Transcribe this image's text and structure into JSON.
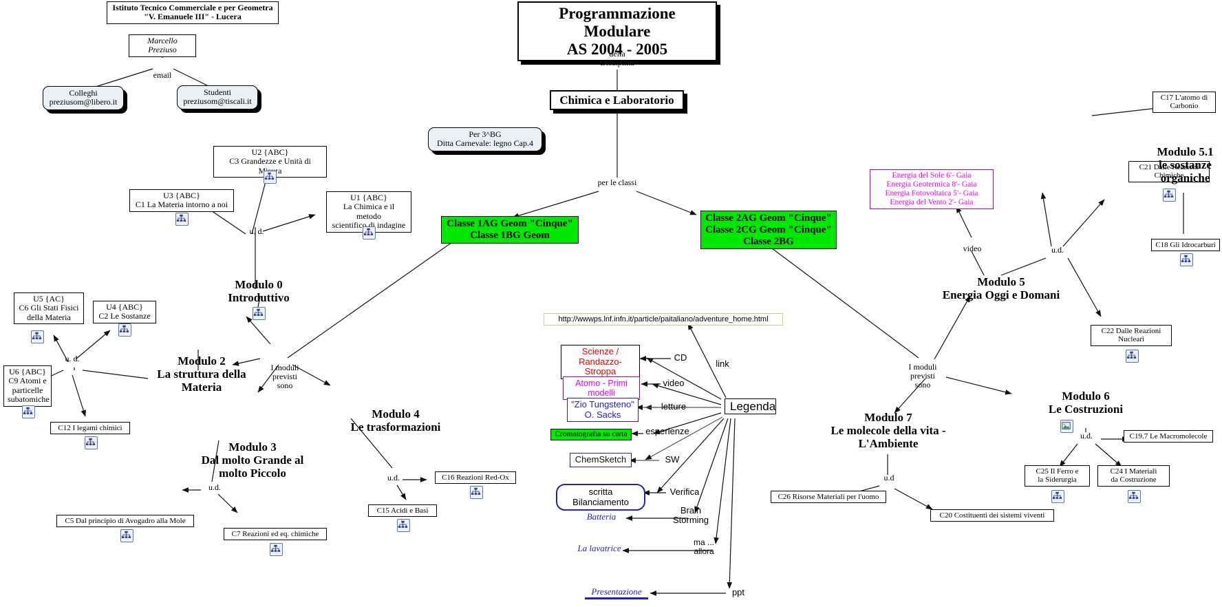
{
  "header": {
    "institute": "Istituto Tecnico Commerciale e per Geometra\n\"V. Emanuele III\" - Lucera",
    "author": "Marcello Preziuso",
    "email_label": "email",
    "colleghi": "Colleghi\npreziusom@libero.it",
    "studenti": "Studenti\npreziusom@tiscali.it"
  },
  "title": {
    "main": "Programmazione Modulare\nAS 2004 - 2005",
    "della_disciplina": "della\nDisciplina",
    "discipline": "Chimica e Laboratorio",
    "per_le_classi": "per le classi",
    "nota_3bg": "Per 3^BG\nDitta Carnevale: legno Cap.4"
  },
  "classes": {
    "left": "Classe 1AG Geom \"Cinque\"\nClasse 1BG Geom",
    "right": "Classe 2AG Geom \"Cinque\"\nClasse 2CG Geom \"Cinque\"\nClasse 2BG"
  },
  "edge_labels": {
    "ud": "u. d.",
    "ud_short": "u.d.",
    "ud_nodot": "u.d",
    "moduli_previsti": "I moduli\nprevisti\nsono",
    "video": "video",
    "link": "link",
    "cd": "CD",
    "letture": "letture",
    "esperienze": "esperienze",
    "sw": "SW",
    "verifica": "Verifica",
    "brain_storming": "Brain\nStorming",
    "ma_allora": "ma ...\nallora",
    "ppt": "ppt"
  },
  "modules": {
    "m0": "Modulo 0\nIntroduttivo",
    "m2": "Modulo 2\nLa struttura della\nMateria",
    "m3": "Modulo 3\nDal molto Grande al\nmolto Piccolo",
    "m4": "Modulo 4\nLe trasformazioni",
    "m5": "Modulo 5\nEnergia Oggi e Domani",
    "m51": "Modulo 5.1\nle sostanze\norganiche",
    "m6": "Modulo 6\nLe Costruzioni",
    "m7": "Modulo 7\nLe molecole della vita -\nL'Ambiente"
  },
  "units": {
    "u1": "U1 {ABC}\nLa Chimica e il metodo\nscientifico di indagine",
    "u2": "U2 {ABC}\nC3 Grandezze e Unità di Misura",
    "u3": "U3 {ABC}\nC1 La Materia intorno a noi",
    "u4": "U4 {ABC}\nC2 Le Sostanze",
    "u5": "U5 {AC}\nC6 Gli Stati Fisici\ndella Materia",
    "u6": "U6 {ABC}\nC9 Atomi e\nparticelle\nsubatomiche"
  },
  "concepts": {
    "c12": "C12 I legami chimici",
    "c5": "C5 Dal principio di Avogadro alla Mole",
    "c7": "C7 Reazioni ed eq. chimiche",
    "c15": "C15 Acidi e Basi",
    "c16": "C16 Reazioni Red-Ox",
    "c17": "C17 L'atomo di\nCarbonio",
    "c18": "C18 Gli Idrocarburi",
    "c21": "C21 Dalle Reazioni\nChimiche",
    "c22": "C22 Dalle Reazioni\nNucleari",
    "c19_7": "C19.7 Le Macromolecole",
    "c24": "C24 I Materiali\nda Costruzione",
    "c25": "C25 Il Ferro e\nla Siderurgia",
    "c26": "C26 Risorse Materiali per l'uomo",
    "c20": "C20 Costituenti dei sistemi viventi"
  },
  "energy_videos": "Energia del Sole 6'- Gaia\nEnergia Geotermica 8'- Gaia\nEnergia Fotovoltaica 5'- Gaia\nEnergia del Vento 2'- Gaia",
  "legend": {
    "title": "Legenda",
    "url": "http://wwwps.lnf.infn.it/particle/paitaliano/adventure_home.html",
    "cd_item": "Scienze /\nRandazzo-Stroppa",
    "video_item": "Atomo - Primi modelli",
    "letture_item": "\"Zio Tungsteno\"\nO. Sacks",
    "esperienze_item": "Cromatografia su carta",
    "sw_item": "ChemSketch",
    "verifica_item": "scritta Bilanciamento",
    "brainstorming_item": "Batteria",
    "ma_allora_item": "La lavatrice",
    "ppt_item": "Presentazione"
  },
  "colors": {
    "green": "#00e800",
    "magenta": "#ee00ee",
    "red": "#ee0000",
    "blue": "#2222cc",
    "url_border": "#d8c87a",
    "roundbox": "#e8f1f5"
  },
  "icons": {
    "submap": "submap-tree-icon",
    "picture": "picture-icon"
  }
}
